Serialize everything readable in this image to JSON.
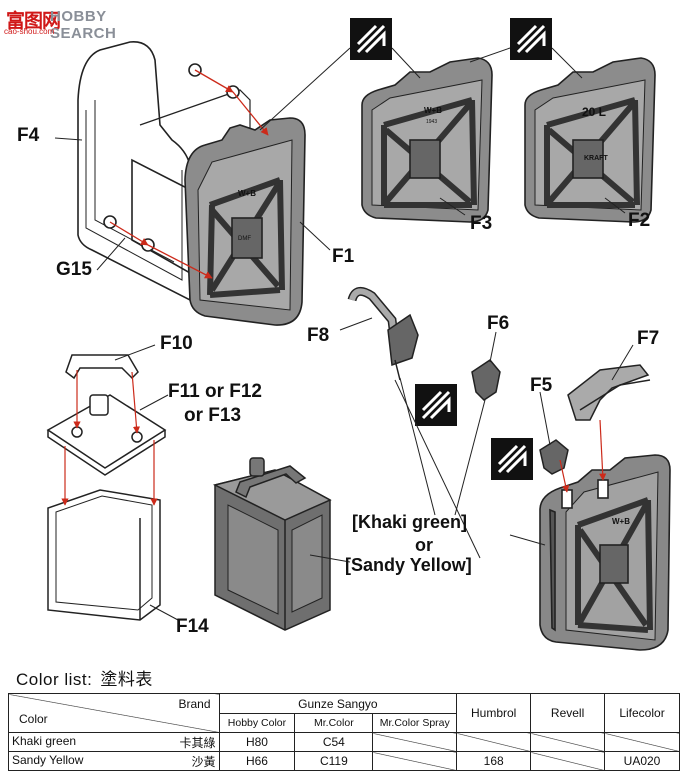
{
  "logo": {
    "cn": "富图网",
    "en": "HOBBY SEARCH",
    "url": "cao-shou.com"
  },
  "labels": {
    "F1": "F1",
    "F2": "F2",
    "F3": "F3",
    "F4": "F4",
    "G15": "G15",
    "F5": "F5",
    "F6": "F6",
    "F7": "F7",
    "F8": "F8",
    "F10": "F10",
    "F11": "F11 or F12",
    "F11b": "or F13",
    "F14": "F14",
    "khaki": "[Khaki green]",
    "or": "or",
    "sandy": "[Sandy Yellow]"
  },
  "can_markings": {
    "wh": "W+B",
    "cap": "1943",
    "emb": "DMF",
    "l20": "20 L",
    "kr": "KRAFT"
  },
  "color_list": {
    "title": "Color list:",
    "title_cn": "塗料表",
    "head_color": "Color",
    "head_brand": "Brand",
    "gunze": "Gunze Sangyo",
    "sub": [
      "Hobby Color",
      "Mr.Color",
      "Mr.Color Spray"
    ],
    "humbrol": "Humbrol",
    "revell": "Revell",
    "lifecolor": "Lifecolor",
    "rows": [
      {
        "name": "Khaki green",
        "cn": "卡其綠",
        "hobby": "H80",
        "mr": "C54",
        "spray": "",
        "humbrol": "",
        "revell": "",
        "life": ""
      },
      {
        "name": "Sandy Yellow",
        "cn": "沙黃",
        "hobby": "H66",
        "mr": "C119",
        "spray": "",
        "humbrol": "168",
        "revell": "",
        "life": "UA020"
      }
    ]
  }
}
